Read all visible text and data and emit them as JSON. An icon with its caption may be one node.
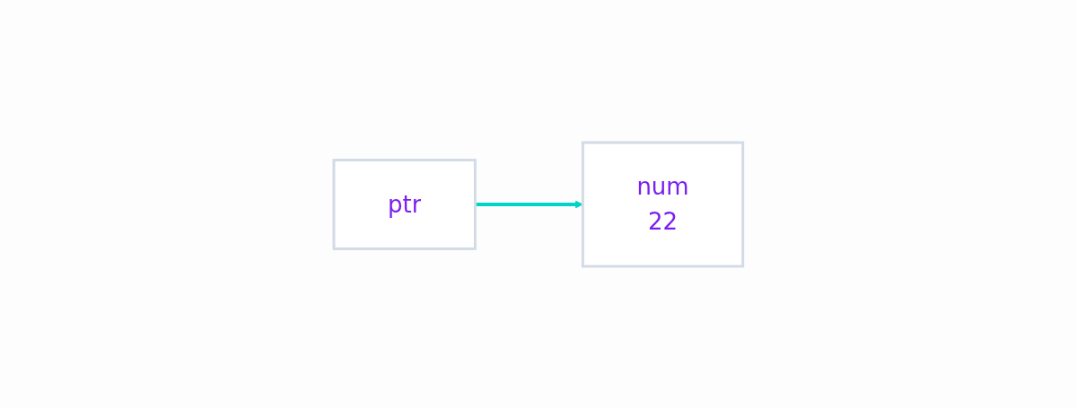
{
  "diagram": {
    "nodes": [
      {
        "text": [
          "ptr"
        ]
      },
      {
        "text": [
          "num",
          "22"
        ]
      }
    ],
    "edges": [
      {
        "from": 0,
        "to": 1,
        "arrow": "to"
      }
    ]
  }
}
